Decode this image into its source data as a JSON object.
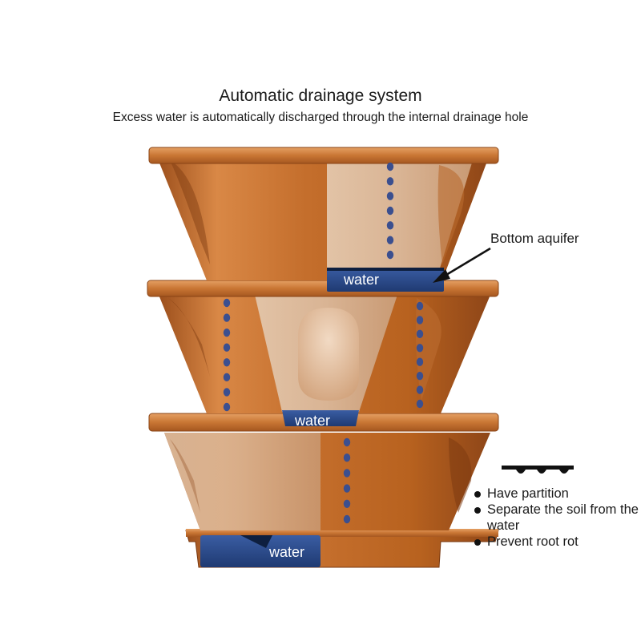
{
  "title": "Automatic drainage system",
  "subtitle": "Excess water is automatically discharged through the internal drainage hole",
  "callout": {
    "label": "Bottom aquifer"
  },
  "reservoirs": [
    {
      "label": "water"
    },
    {
      "label": "water"
    },
    {
      "label": "water"
    }
  ],
  "features": [
    {
      "label": "Have partition"
    },
    {
      "label": "Separate the soil from the water"
    },
    {
      "label": "Prevent root rot"
    }
  ],
  "icons": {
    "partition": "partition-profile-icon",
    "bullet": "bullet-dot-icon"
  },
  "colors": {
    "copper": "#c8742f",
    "copper_dark": "#8a4416",
    "copper_light": "#e9a26a",
    "water": "#2c4c8c",
    "drip": "#3b4f8f",
    "cutaway": "#d9b494"
  }
}
